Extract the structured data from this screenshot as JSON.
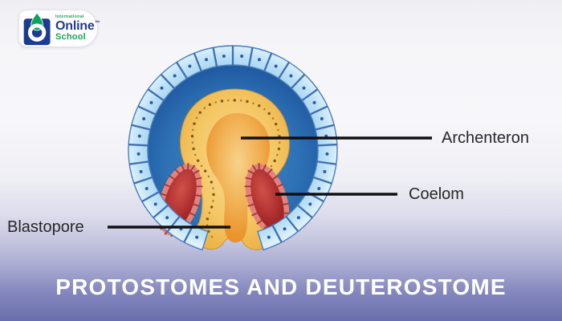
{
  "logo": {
    "international": "International",
    "online": "Online",
    "trademark": "™",
    "school": "School",
    "navy": "#233a8f",
    "green": "#1fa05a"
  },
  "diagram": {
    "labels": [
      {
        "id": "archenteron",
        "text": "Archenteron"
      },
      {
        "id": "coelom",
        "text": "Coelom"
      },
      {
        "id": "blastopore",
        "text": "Blastopore"
      }
    ],
    "colors": {
      "ectoderm_cell": "#bfe3f8",
      "ectoderm_divider": "#3e6fb2",
      "blastocoel": "#2e71b5",
      "endoderm_cell": "#f3c45f",
      "endoderm_divider": "#8f6a1d",
      "archenteron_cavity": "#eda23c",
      "coelom_fill": "#a52525",
      "coelom_border": "#e2837b",
      "leader_line": "#101010"
    }
  },
  "title": {
    "text": "PROTOSTOMES AND DEUTEROSTOME"
  }
}
